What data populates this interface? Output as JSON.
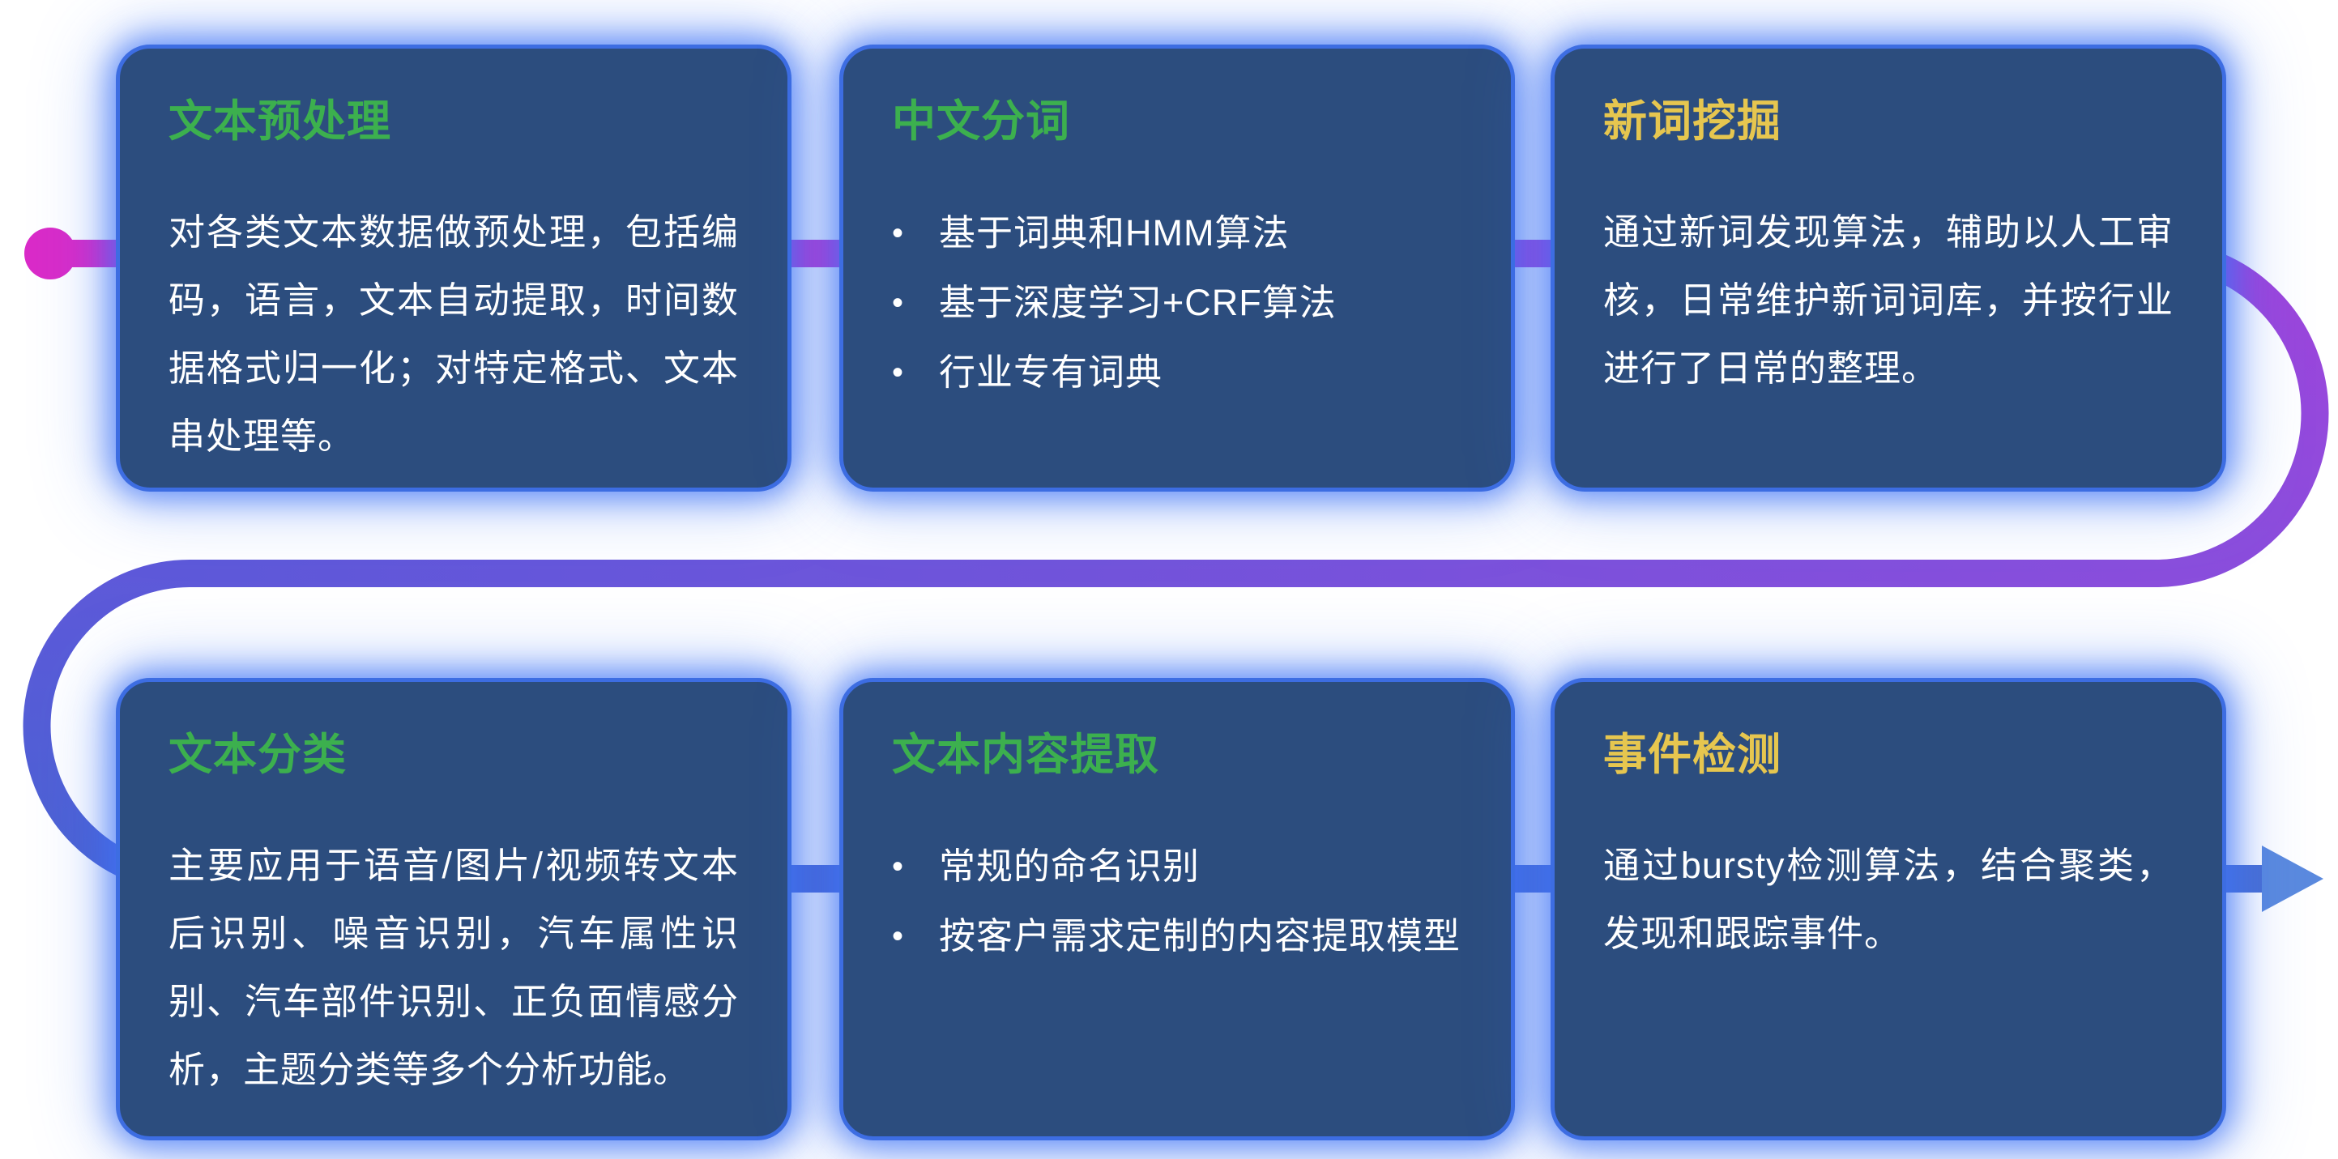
{
  "ui": {
    "bullet_glyph": "•"
  },
  "colors": {
    "page_background": "#ffffff",
    "card_background": "#2c4d7e",
    "card_border": "#3d6de2",
    "card_glow": "#3d73f5",
    "body_text": "#ffffff",
    "title_green": "#3cb04e",
    "title_gold": "#e6c64f",
    "pipe_magenta": "#da2bc8",
    "pipe_purple": "#9f44db",
    "pipe_violet": "#8a4edc",
    "pipe_indigo": "#5e59d9",
    "pipe_blue": "#4a63d3",
    "pipe_blue_end": "#4a6fd4",
    "arrow_blue": "#5b8ade"
  },
  "cards": [
    {
      "title": "文本预处理",
      "title_color": "#3cb04e",
      "body": "对各类文本数据做预处理，包括编码，语言，文本自动提取，时间数据格式归一化；对特定格式、文本串处理等。"
    },
    {
      "title": "中文分词",
      "title_color": "#3cb04e",
      "bullets": [
        "基于词典和HMM算法",
        "基于深度学习+CRF算法",
        "行业专有词典"
      ]
    },
    {
      "title": "新词挖掘",
      "title_color": "#e6c64f",
      "body": "通过新词发现算法，辅助以人工审核，日常维护新词词库，并按行业进行了日常的整理。"
    },
    {
      "title": "文本分类",
      "title_color": "#3cb04e",
      "body": "主要应用于语音/图片/视频转文本后识别、噪音识别，汽车属性识别、汽车部件识别、正负面情感分析，主题分类等多个分析功能。"
    },
    {
      "title": "文本内容提取",
      "title_color": "#3cb04e",
      "bullets": [
        "常规的命名识别",
        "按客户需求定制的内容提取模型"
      ]
    },
    {
      "title": "事件检测",
      "title_color": "#e6c64f",
      "body": "通过bursty检测算法，结合聚类，发现和跟踪事件。"
    }
  ]
}
